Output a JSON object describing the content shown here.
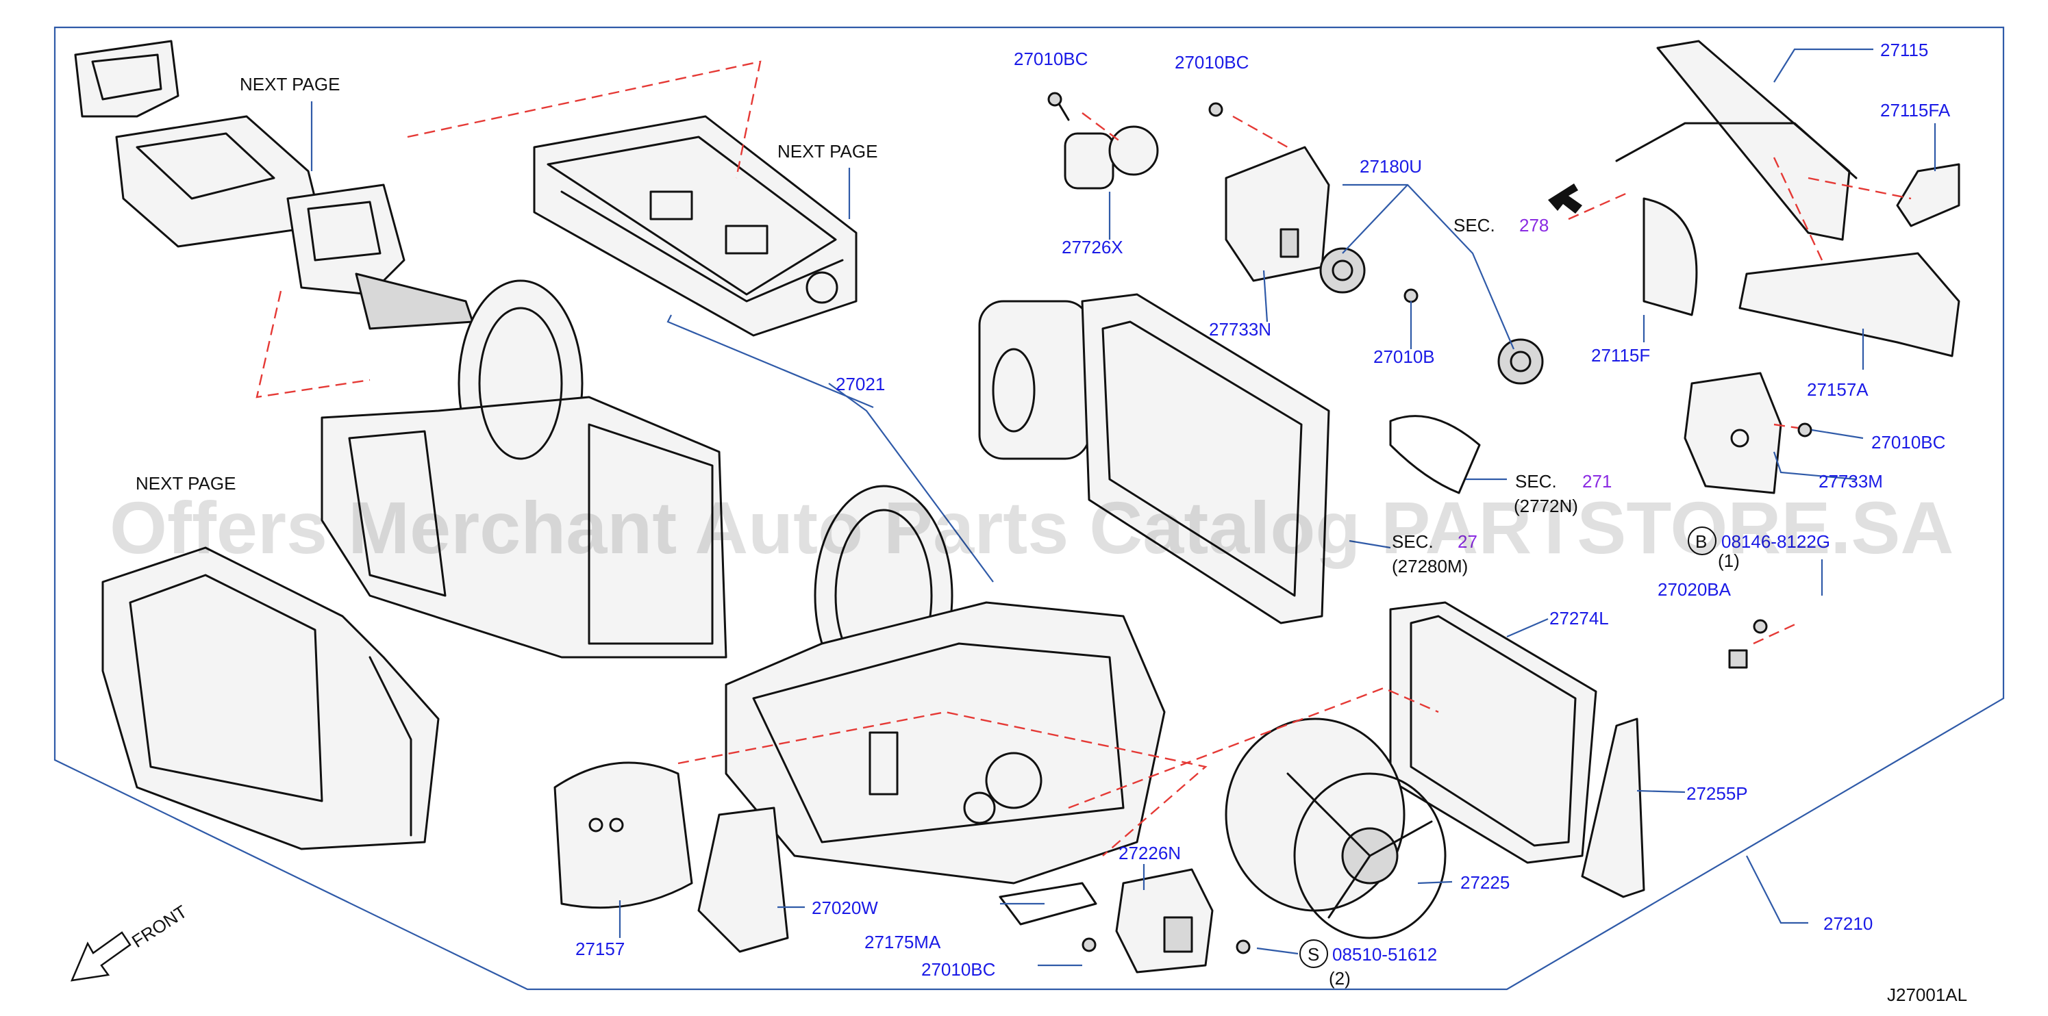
{
  "labels": {
    "next_page_1": "NEXT   PAGE",
    "next_page_2": "NEXT   PAGE",
    "next_page_3": "NEXT   PAGE",
    "p27010BC_a": "27010BC",
    "p27010BC_b": "27010BC",
    "p27726X": "27726X",
    "p27733N": "27733N",
    "p27180U": "27180U",
    "p27010B": "27010B",
    "sec_278_prefix": "SEC.",
    "sec_278_num": "278",
    "p27115": "27115",
    "p27115FA": "27115FA",
    "p27115F": "27115F",
    "p27157A": "27157A",
    "p27010BC_c": "27010BC",
    "p27733M": "27733M",
    "sec_271_prefix": "SEC.",
    "sec_271_num": "271",
    "sec_271_sub": "(2772N)",
    "sec_27_prefix": "SEC.",
    "sec_27_num": "27",
    "sec_27_sub": "(27280M)",
    "bolt_b_letter": "B",
    "bolt_b_part": "08146-8122G",
    "bolt_b_qty": "(1)",
    "p27020BA": "27020BA",
    "p27021": "27021",
    "p27274L": "27274L",
    "p27255P": "27255P",
    "p27225": "27225",
    "p27210": "27210",
    "p27226N": "27226N",
    "bolt_s_letter": "S",
    "bolt_s_part": "08510-51612",
    "bolt_s_qty": "(2)",
    "p27157": "27157",
    "p27020W": "27020W",
    "p27175MA": "27175MA",
    "p27010BC_d": "27010BC",
    "front": "FRONT",
    "diagram_id": "J27001AL"
  },
  "watermark": "Offers Merchant Auto Parts Catalog PARTSTORE.SA",
  "colors": {
    "label_blue": "#1a1ae6",
    "section_purple": "#8a2be2",
    "leader_blue": "#2f5aa8",
    "dash_red": "#e53935",
    "line_black": "#111111"
  }
}
